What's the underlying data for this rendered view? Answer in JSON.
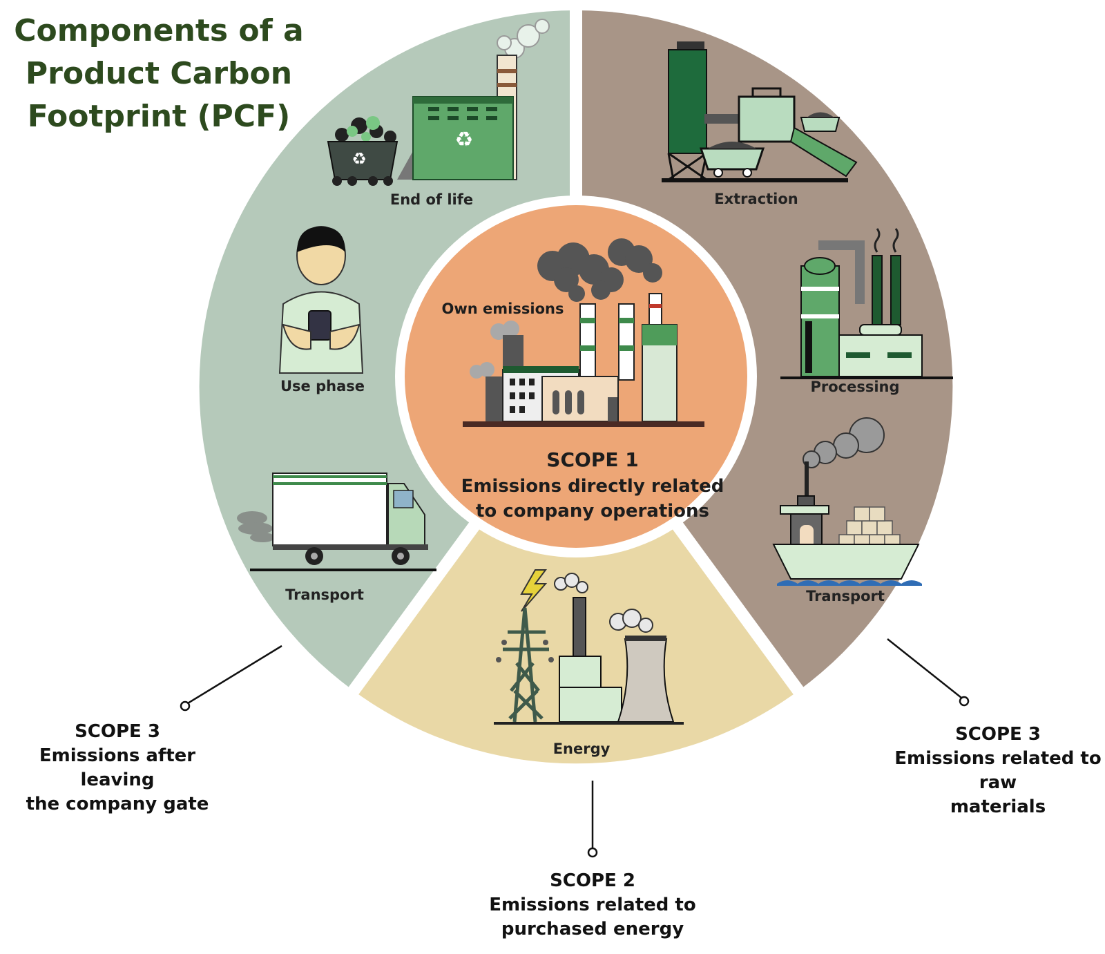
{
  "title": [
    "Components of a",
    "Product Carbon",
    "Footprint (PCF)"
  ],
  "colors": {
    "title": "#2d4a1e",
    "downstream_segment": "#b5c9ba",
    "upstream_segment": "#a89587",
    "energy_segment": "#e9d8a6",
    "scope1_center": "#eda676",
    "icon_green": "#5fa86a",
    "icon_dark_green": "#1e6b3c",
    "smoke": "#7a7a7a"
  },
  "center": {
    "own_emissions": "Own emissions",
    "scope": "SCOPE 1",
    "line1": "Emissions directly related",
    "line2": "to company operations"
  },
  "segments": {
    "downstream": {
      "items": [
        {
          "label": "End of life",
          "icon": "recycling-plant-icon"
        },
        {
          "label": "Use phase",
          "icon": "person-using-product-icon"
        },
        {
          "label": "Transport",
          "icon": "delivery-truck-icon"
        }
      ]
    },
    "upstream": {
      "items": [
        {
          "label": "Extraction",
          "icon": "mining-machinery-icon"
        },
        {
          "label": "Processing",
          "icon": "processing-plant-icon"
        },
        {
          "label": "Transport",
          "icon": "cargo-ship-icon"
        }
      ]
    },
    "energy": {
      "items": [
        {
          "label": "Energy",
          "icon": "power-plant-icon"
        }
      ]
    }
  },
  "captions": {
    "scope3_after": {
      "scope": "SCOPE 3",
      "lines": [
        "Emissions after leaving",
        "the company gate"
      ]
    },
    "scope3_raw": {
      "scope": "SCOPE 3",
      "lines": [
        "Emissions related to raw",
        "materials"
      ]
    },
    "scope2": {
      "scope": "SCOPE 2",
      "lines": [
        "Emissions related to",
        "purchased energy"
      ]
    }
  }
}
